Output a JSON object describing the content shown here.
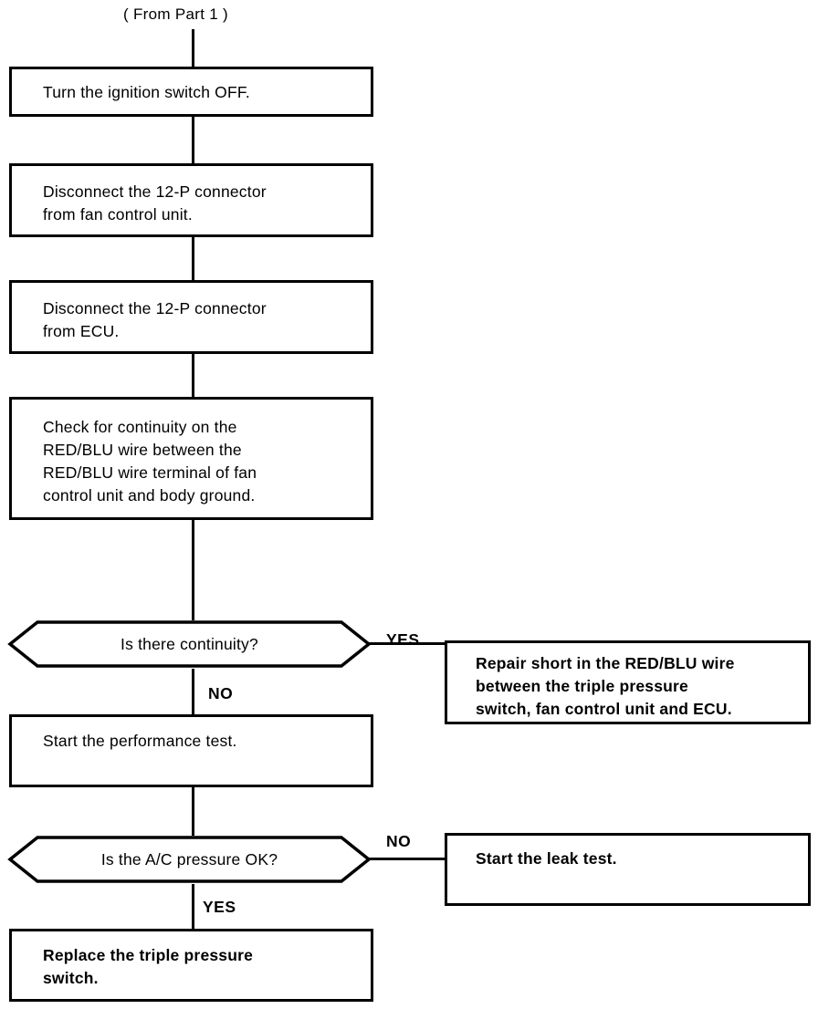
{
  "diagram": {
    "title_note": "( From Part 1 )",
    "nodes": [
      {
        "id": "n1",
        "kind": "process",
        "text": "Turn the ignition switch OFF."
      },
      {
        "id": "n2",
        "kind": "process",
        "text": "Disconnect  the  12-P  connector\nfrom fan control unit."
      },
      {
        "id": "n3",
        "kind": "process",
        "text": "Disconnect  the  12-P  connector\nfrom ECU."
      },
      {
        "id": "n4",
        "kind": "process",
        "text": "Check  for  continuity  on  the\nRED/BLU  wire  between  the\nRED/BLU  wire  terminal  of  fan\ncontrol unit and body ground."
      },
      {
        "id": "d1",
        "kind": "decision",
        "text": "Is there continuity?"
      },
      {
        "id": "n5",
        "kind": "process",
        "text": "Repair short in the RED/BLU wire\nbetween    the    triple    pressure\nswitch, fan control unit and ECU."
      },
      {
        "id": "n6",
        "kind": "process",
        "text": "Start the performance test."
      },
      {
        "id": "d2",
        "kind": "decision",
        "text": "Is the A/C pressure OK?"
      },
      {
        "id": "n7",
        "kind": "process",
        "text": "Start  the  leak  test."
      },
      {
        "id": "n8",
        "kind": "process",
        "text": "Replace   the   triple   pressure\nswitch."
      }
    ],
    "edge_labels": {
      "d1_yes": "YES",
      "d1_no": "NO",
      "d2_no": "NO",
      "d2_yes": "YES"
    },
    "colors": {
      "stroke": "#000000",
      "background": "#ffffff",
      "text": "#000000"
    }
  }
}
